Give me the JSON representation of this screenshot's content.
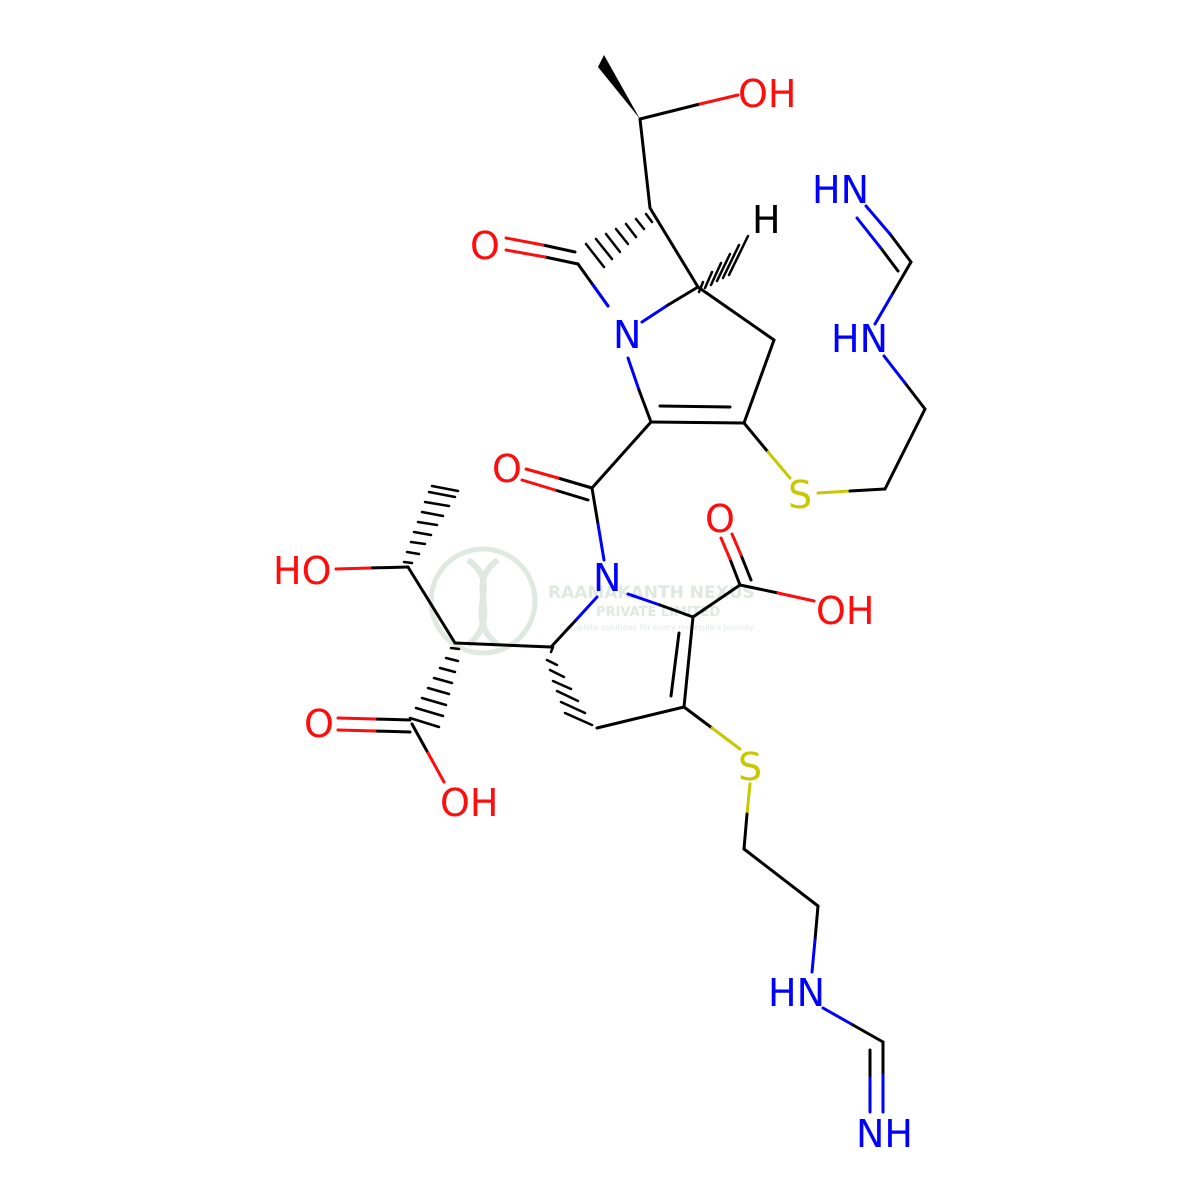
{
  "colors": {
    "carbon": "#000000",
    "oxygen": "#ff0d0d",
    "nitrogen": "#0000ff",
    "sulfur": "#c8c800",
    "watermark": "#dde6df"
  },
  "watermark": {
    "line1": "RAAMAKANTH NEXUS",
    "line2": "PRIVATE LIMITED",
    "line3": "Complete solutions for every molecule's journey"
  },
  "atoms": {
    "oh_top": "OH",
    "h_bridge": "H",
    "o_lactam": "O",
    "n_ring": "N",
    "hn_imine_top": "HN",
    "hn_amine_top": "HN",
    "o_amide": "O",
    "s_top": "S",
    "o_acid_right": "O",
    "oh_acid_right": "OH",
    "ho_left": "HO",
    "n_pyrroline": "N",
    "o_acid_left": "O",
    "oh_acid_left": "OH",
    "s_bottom": "S",
    "hn_amine_bottom": "HN",
    "nh_imine_bottom": "NH"
  }
}
